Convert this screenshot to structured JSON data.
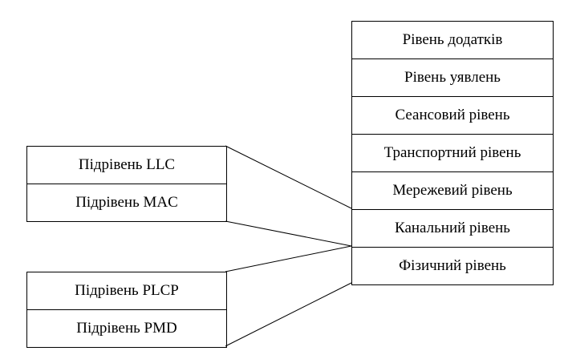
{
  "osi_model": {
    "layers": [
      "Рівень додатків",
      "Рівень уявлень",
      "Сеансовий рівень",
      "Транспортний рівень",
      "Мережевий рівень",
      "Канальний рівень",
      "Фізичний рівень"
    ]
  },
  "data_link_sublayers": [
    "Підрівень LLC",
    "Підрівень MAC"
  ],
  "physical_sublayers": [
    "Підрівень PLCP",
    "Підрівень PMD"
  ]
}
